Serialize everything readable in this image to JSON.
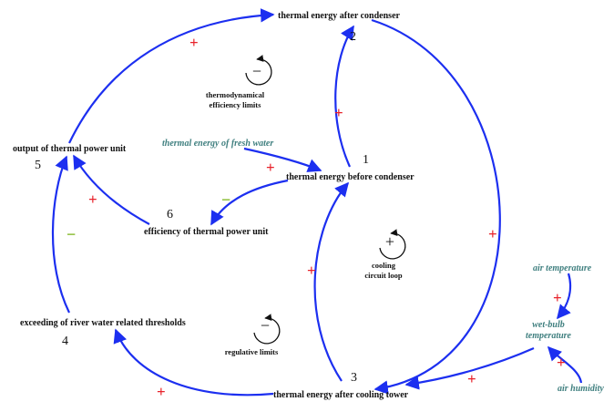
{
  "nodes": {
    "n2_label": "thermal energy after condenser",
    "n2_num": "2",
    "n1_label": "thermal energy before condenser",
    "n1_num": "1",
    "n5_label": "output of thermal power unit",
    "n5_num": "5",
    "n6_label": "efficiency of thermal power unit",
    "n6_num": "6",
    "n4_label": "exceeding of river water related thresholds",
    "n4_num": "4",
    "n3_label": "thermal energy after cooling tower",
    "n3_num": "3"
  },
  "external": {
    "fresh_water": "thermal energy of fresh water",
    "air_temperature": "air temperature",
    "wet_bulb_line1": "wet-bulb",
    "wet_bulb_line2": "temperature",
    "air_humidity": "air humidity"
  },
  "loops": {
    "thermo_line1": "thermodynamical",
    "thermo_line2": "efficiency limits",
    "thermo_polarity": "−",
    "cooling_line1": "cooling",
    "cooling_line2": "circuit loop",
    "cooling_polarity": "+",
    "regulative_line1": "regulative limits",
    "regulative_polarity": "−"
  },
  "signs": {
    "s_5_to_2": "+",
    "s_1_to_2": "+",
    "s_fresh_to_1": "+",
    "s_1_to_6": "−",
    "s_6_to_5": "+",
    "s_4_to_5": "−",
    "s_2_to_3": "+",
    "s_3_to_1": "+",
    "s_3_to_4": "+",
    "s_airtemp_to_wb": "+",
    "s_humidity_to_wb": "+",
    "s_wb_to_3": "+"
  },
  "colors": {
    "arrow": "#1c2ff0",
    "positive": "#e8222b",
    "negative": "#7ab317",
    "external_text": "#3f7f7f"
  }
}
